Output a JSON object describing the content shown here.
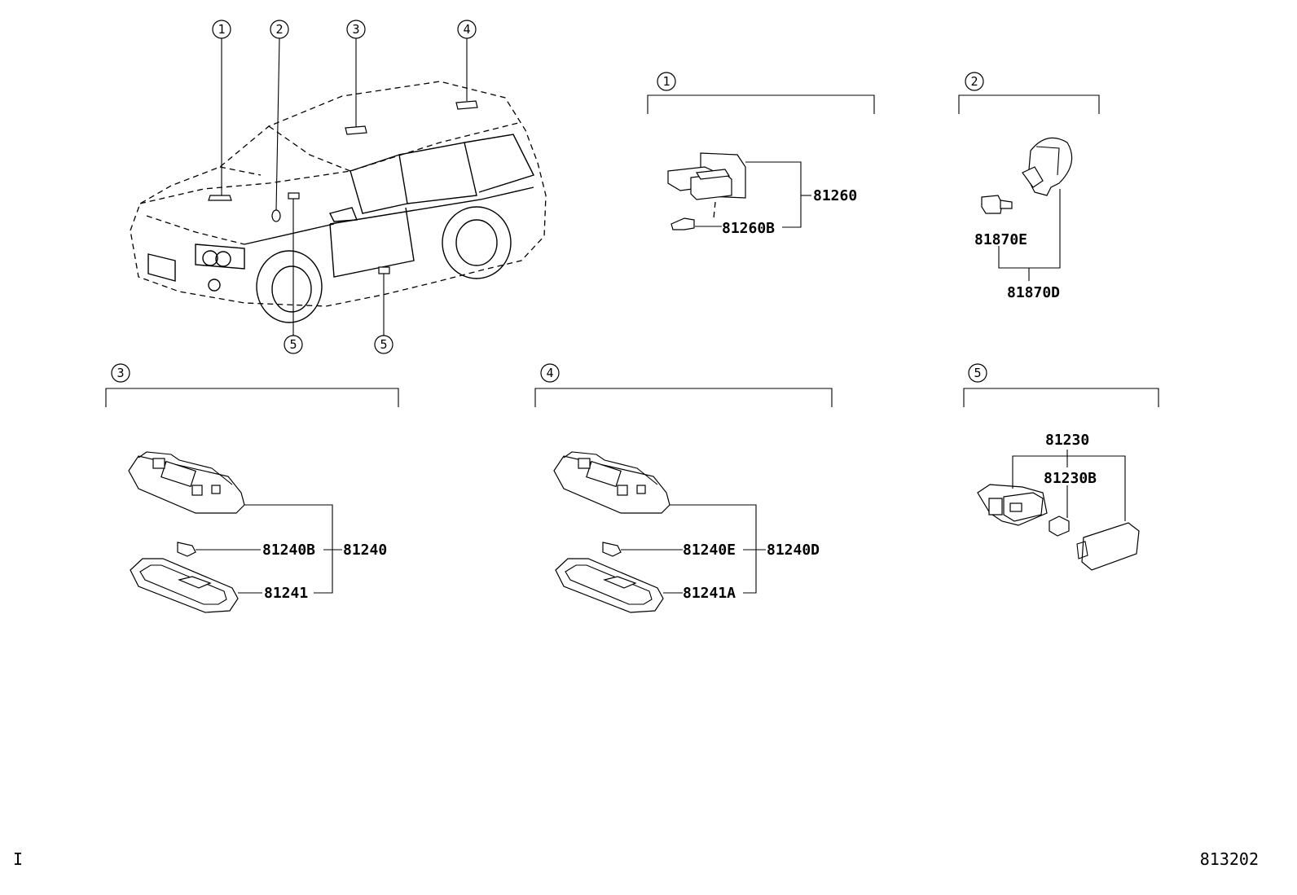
{
  "callouts": [
    "1",
    "2",
    "3",
    "4",
    "5"
  ],
  "part_numbers": {
    "p81260": "81260",
    "p81260B": "81260B",
    "p81870E": "81870E",
    "p81870D": "81870D",
    "p81240B": "81240B",
    "p81240": "81240",
    "p81241": "81241",
    "p81240E": "81240E",
    "p81240D": "81240D",
    "p81241A": "81241A",
    "p81230": "81230",
    "p81230B": "81230B"
  },
  "footer": {
    "left_mark": "I",
    "diagram_id": "813202"
  }
}
